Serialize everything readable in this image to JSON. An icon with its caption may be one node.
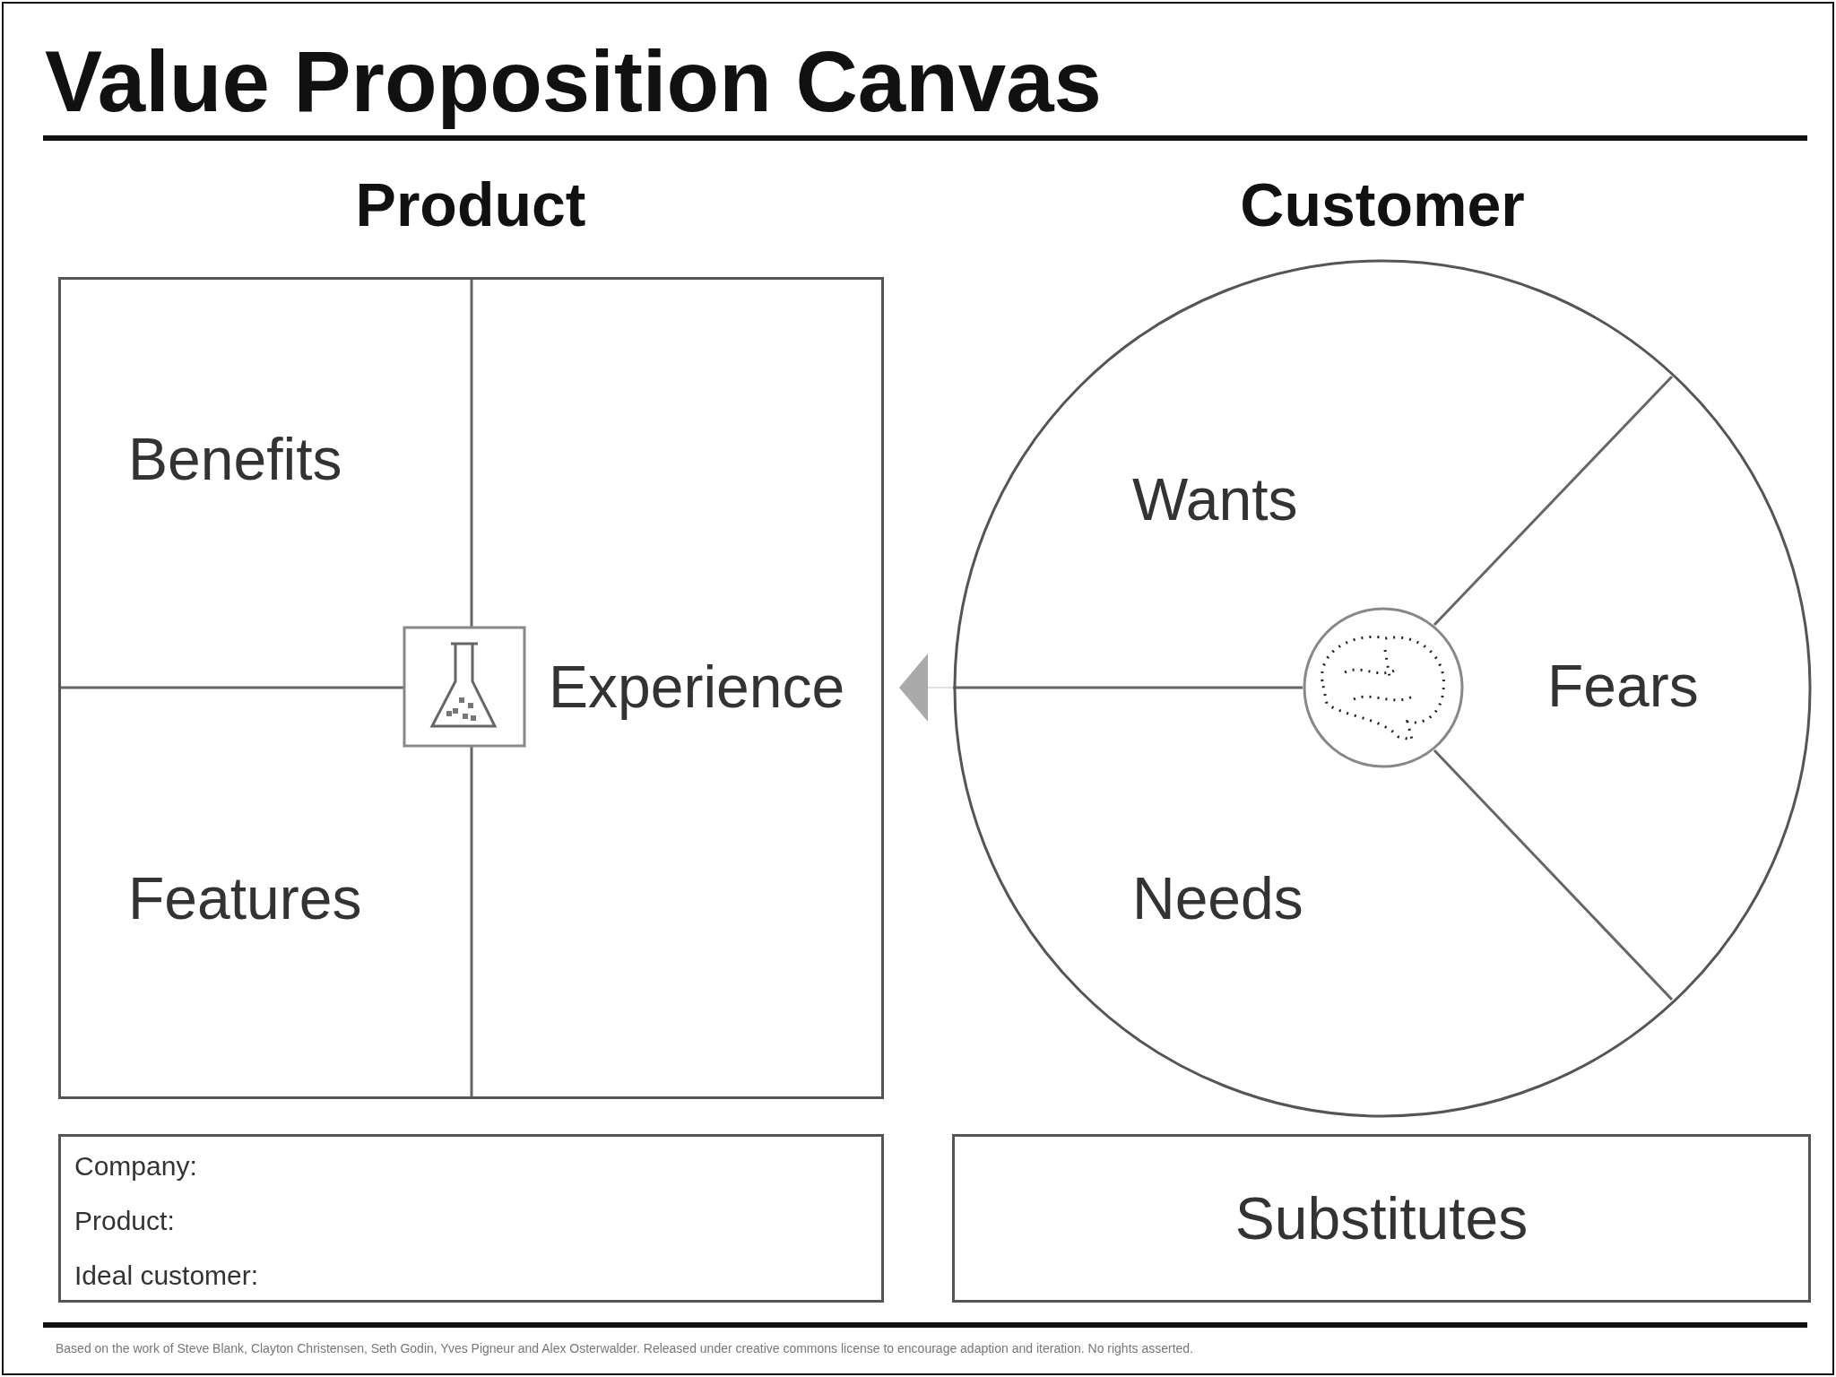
{
  "diagram": {
    "title": "Value Proposition Canvas",
    "nodes": [
      {
        "text": [
          "Product"
        ]
      },
      {
        "text": [
          "Benefits"
        ],
        "in": 0
      },
      {
        "text": [
          "Features"
        ],
        "in": 0
      },
      {
        "text": [
          "Experience"
        ],
        "in": 0
      },
      {
        "text": [
          "Customer"
        ]
      },
      {
        "text": [
          "Wants"
        ],
        "in": 4
      },
      {
        "text": [
          "Fears"
        ],
        "in": 4
      },
      {
        "text": [
          "Needs"
        ],
        "in": 4
      },
      {
        "text": [
          "Company:",
          "Product:",
          "Ideal customer:"
        ]
      },
      {
        "text": [
          "Substitutes"
        ]
      }
    ],
    "edges": [
      {
        "from": 4,
        "to": 0,
        "arrow": "to"
      }
    ],
    "labels": [
      "Based on the work of Steve Blank, Clayton Christensen, Seth Godin, Yves Pigneur and Alex Osterwalder. Released under creative commons license to encourage adaption and iteration. No rights asserted."
    ]
  }
}
